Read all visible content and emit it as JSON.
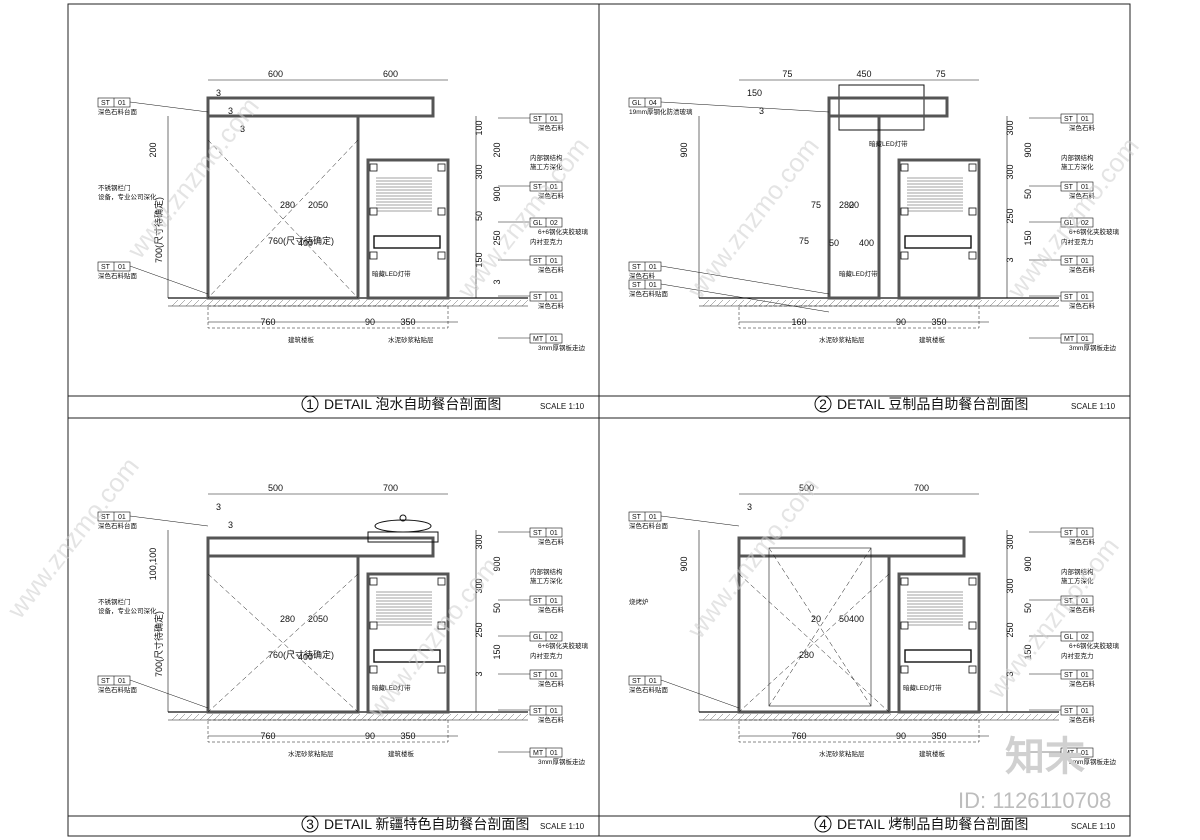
{
  "panels": [
    {
      "num": "1",
      "title": "DETAIL  泡水自助餐台剖面图",
      "scale": "SCALE 1:10",
      "top_dims": [
        "600",
        "600"
      ],
      "top_left_dims": [
        "3",
        "3",
        "3"
      ],
      "left_dims": [
        "200",
        "700(尺寸待确定)"
      ],
      "center_dims": [
        "760(尺寸待确定)",
        "280",
        "20",
        "50",
        "400"
      ],
      "right_dims": [
        "100",
        "200",
        "300",
        "900",
        "50",
        "250",
        "150",
        "3"
      ],
      "bottom_dims": [
        "760",
        "90",
        "350"
      ],
      "left_tags": [
        {
          "code": "ST",
          "num": "01",
          "note": "深色石料台面"
        },
        {
          "code": "ST",
          "num": "01",
          "note": "深色石料贴面"
        }
      ],
      "left_notes": [
        "不锈钢栏门",
        "设备，专业公司深化"
      ],
      "right_tags": [
        {
          "code": "ST",
          "num": "01",
          "note": "深色石料"
        },
        {
          "code": "ST",
          "num": "01",
          "note": "深色石料"
        },
        {
          "code": "GL",
          "num": "02",
          "note": "6+6钢化夹胶玻璃"
        },
        {
          "code": "ST",
          "num": "01",
          "note": "深色石料"
        },
        {
          "code": "ST",
          "num": "01",
          "note": "深色石料"
        },
        {
          "code": "MT",
          "num": "01",
          "note": "3mm厚钢板走边"
        }
      ],
      "right_notes": [
        "内部钢结构",
        "施工方深化",
        "内衬亚克力"
      ],
      "inner_notes": [
        "暗藏LED灯带"
      ],
      "bottom_notes": [
        "建筑楼板",
        "水泥砂浆粘贴层"
      ]
    },
    {
      "num": "2",
      "title": "DETAIL  豆制品自助餐台剖面图",
      "scale": "SCALE 1:10",
      "top_dims": [
        "75",
        "450",
        "75"
      ],
      "top_left_dims": [
        "150",
        "3"
      ],
      "left_dims": [
        "900"
      ],
      "center_dims": [
        "75",
        "75",
        "280",
        "20",
        "50",
        "400"
      ],
      "right_dims": [
        "300",
        "900",
        "300",
        "50",
        "250",
        "150",
        "3"
      ],
      "bottom_dims": [
        "160",
        "90",
        "350"
      ],
      "left_tags": [
        {
          "code": "GL",
          "num": "04",
          "note": "19mm厚钢化防渍玻璃"
        },
        {
          "code": "ST",
          "num": "01",
          "note": "深色石料"
        },
        {
          "code": "ST",
          "num": "01",
          "note": "深色石料贴面"
        }
      ],
      "left_notes": [],
      "right_tags": [
        {
          "code": "ST",
          "num": "01",
          "note": "深色石料"
        },
        {
          "code": "ST",
          "num": "01",
          "note": "深色石料"
        },
        {
          "code": "GL",
          "num": "02",
          "note": "6+6钢化夹胶玻璃"
        },
        {
          "code": "ST",
          "num": "01",
          "note": "深色石料"
        },
        {
          "code": "ST",
          "num": "01",
          "note": "深色石料"
        },
        {
          "code": "MT",
          "num": "01",
          "note": "3mm厚钢板走边"
        }
      ],
      "right_notes": [
        "内部钢结构",
        "施工方深化",
        "内衬亚克力"
      ],
      "inner_notes": [
        "暗藏LED灯带",
        "暗藏LED灯带"
      ],
      "bottom_notes": [
        "水泥砂浆粘贴层",
        "建筑楼板"
      ]
    },
    {
      "num": "3",
      "title": "DETAIL  新疆特色自助餐台剖面图",
      "scale": "SCALE 1:10",
      "top_dims": [
        "500",
        "700"
      ],
      "top_left_dims": [
        "3",
        "3"
      ],
      "left_dims": [
        "100,100",
        "700(尺寸待确定)"
      ],
      "center_dims": [
        "760(尺寸待确定)",
        "280",
        "20",
        "50",
        "400"
      ],
      "right_dims": [
        "300",
        "900",
        "300",
        "50",
        "250",
        "150",
        "3"
      ],
      "bottom_dims": [
        "760",
        "90",
        "350"
      ],
      "left_tags": [
        {
          "code": "ST",
          "num": "01",
          "note": "深色石料台面"
        },
        {
          "code": "ST",
          "num": "01",
          "note": "深色石料贴面"
        }
      ],
      "left_notes": [
        "不锈钢栏门",
        "设备，专业公司深化"
      ],
      "right_tags": [
        {
          "code": "ST",
          "num": "01",
          "note": "深色石料"
        },
        {
          "code": "ST",
          "num": "01",
          "note": "深色石料"
        },
        {
          "code": "GL",
          "num": "02",
          "note": "6+6钢化夹胶玻璃"
        },
        {
          "code": "ST",
          "num": "01",
          "note": "深色石料"
        },
        {
          "code": "ST",
          "num": "01",
          "note": "深色石料"
        },
        {
          "code": "MT",
          "num": "01",
          "note": "3mm厚钢板走边"
        }
      ],
      "right_notes": [
        "内部钢结构",
        "施工方深化",
        "内衬亚克力"
      ],
      "inner_notes": [
        "暗藏LED灯带"
      ],
      "bottom_notes": [
        "水泥砂浆粘贴层",
        "建筑楼板"
      ]
    },
    {
      "num": "4",
      "title": "DETAIL  烤制品自助餐台剖面图",
      "scale": "SCALE 1:10",
      "top_dims": [
        "500",
        "700"
      ],
      "top_left_dims": [
        "3"
      ],
      "left_dims": [
        "900"
      ],
      "center_dims": [
        "280",
        "20",
        "50",
        "400"
      ],
      "right_dims": [
        "300",
        "900",
        "300",
        "50",
        "250",
        "150",
        "3"
      ],
      "bottom_dims": [
        "760",
        "90",
        "350"
      ],
      "left_tags": [
        {
          "code": "ST",
          "num": "01",
          "note": "深色石料台面"
        },
        {
          "code": "ST",
          "num": "01",
          "note": "深色石料贴面"
        }
      ],
      "left_notes": [
        "烧烤炉"
      ],
      "right_tags": [
        {
          "code": "ST",
          "num": "01",
          "note": "深色石料"
        },
        {
          "code": "ST",
          "num": "01",
          "note": "深色石料"
        },
        {
          "code": "GL",
          "num": "02",
          "note": "6+6钢化夹胶玻璃"
        },
        {
          "code": "ST",
          "num": "01",
          "note": "深色石料"
        },
        {
          "code": "ST",
          "num": "01",
          "note": "深色石料"
        },
        {
          "code": "MT",
          "num": "01",
          "note": "3mm厚钢板走边"
        }
      ],
      "right_notes": [
        "内部钢结构",
        "施工方深化",
        "内衬亚克力"
      ],
      "inner_notes": [
        "暗藏LED灯带"
      ],
      "bottom_notes": [
        "水泥砂浆粘贴层",
        "建筑楼板"
      ]
    }
  ],
  "watermark": "www.znzmo.com",
  "brand": "知末",
  "id_label": "ID: 1126110708",
  "colors": {
    "line": "#111111",
    "wall": "#555555",
    "ground_hatch": "#444444",
    "watermark": "#cfcfcf"
  }
}
